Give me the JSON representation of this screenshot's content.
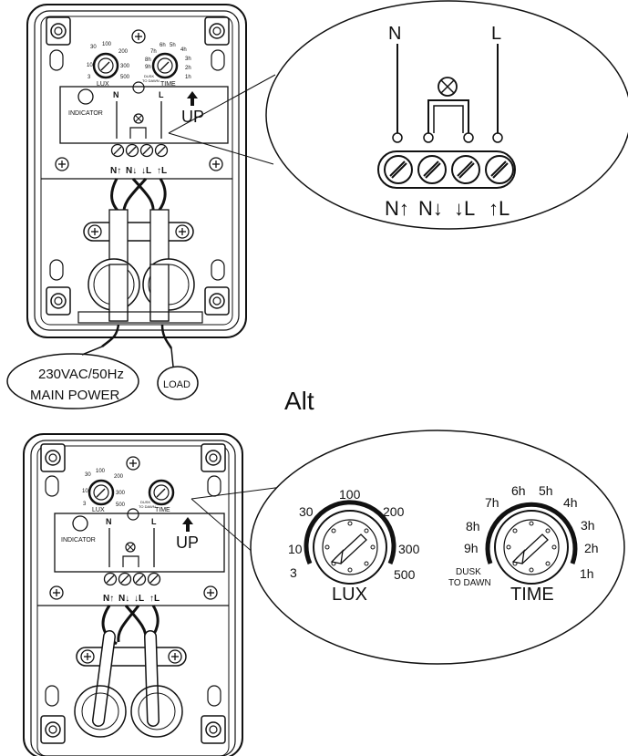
{
  "top": {
    "lux_ticks": [
      "3",
      "10",
      "30",
      "100",
      "200",
      "300",
      "500"
    ],
    "lux_label": "LUX",
    "time_ticks": [
      "DUSK TO DAWN",
      "9h",
      "8h",
      "7h",
      "6h",
      "5h",
      "4h",
      "3h",
      "2h",
      "1h"
    ],
    "time_label": "TIME",
    "dusk_line1": "DUSK",
    "dusk_line2": "TO DAWN",
    "indicator": "INDICATOR",
    "n_label": "N",
    "l_label": "L",
    "up_label": "UP",
    "terminals": [
      "N↑",
      "N↓",
      "↓L",
      "↑L"
    ],
    "power_line1": "230VAC/50Hz",
    "power_line2": "MAIN POWER",
    "load_label": "LOAD"
  },
  "zoom_top": {
    "n_label": "N",
    "l_label": "L",
    "terminals": [
      "N↑",
      "N↓",
      "↓L",
      "↑L"
    ]
  },
  "alt_heading": "Alt",
  "bottom": {
    "lux_ticks": [
      "3",
      "10",
      "30",
      "100",
      "200",
      "300",
      "500"
    ],
    "lux_label": "LUX",
    "time_label": "TIME",
    "dusk_line1": "DUSK",
    "dusk_line2": "TO DAWN",
    "indicator": "INDICATOR",
    "n_label": "N",
    "l_label": "L",
    "up_label": "UP",
    "terminals": [
      "N↑",
      "N↓",
      "↓L",
      "↑L"
    ]
  },
  "zoom_bottom": {
    "lux_ticks": [
      "3",
      "10",
      "30",
      "100",
      "200",
      "300",
      "500"
    ],
    "lux_label": "LUX",
    "time_ticks": [
      "9h",
      "8h",
      "7h",
      "6h",
      "5h",
      "4h",
      "3h",
      "2h",
      "1h"
    ],
    "time_label": "TIME",
    "dusk_line1": "DUSK",
    "dusk_line2": "TO DAWN"
  }
}
